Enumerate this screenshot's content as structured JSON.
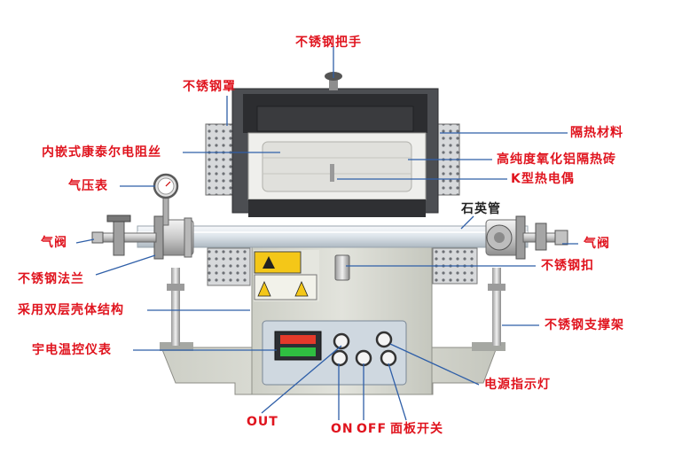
{
  "labels": {
    "handle": "不锈钢把手",
    "hood": "不锈钢罩",
    "insulation": "隔热材料",
    "heating_wire": "内嵌式康泰尔电阻丝",
    "alumina_brick": "高纯度氧化铝隔热砖",
    "pressure_gauge": "气压表",
    "thermocouple": "K型热电偶",
    "quartz_tube": "石英管",
    "valve_left": "气阀",
    "valve_right": "气阀",
    "flange": "不锈钢法兰",
    "buckle": "不锈钢扣",
    "double_shell": "采用双层壳体结构",
    "support": "不锈钢支撑架",
    "controller": "宇电温控仪表",
    "power_light": "电源指示灯",
    "out": "OUT",
    "on": "ON",
    "off": "OFF",
    "panel_switch": "面板开关"
  },
  "colors": {
    "label": "#e0141e",
    "label_dark": "#222222",
    "leader_line": "#2f5fa8"
  }
}
